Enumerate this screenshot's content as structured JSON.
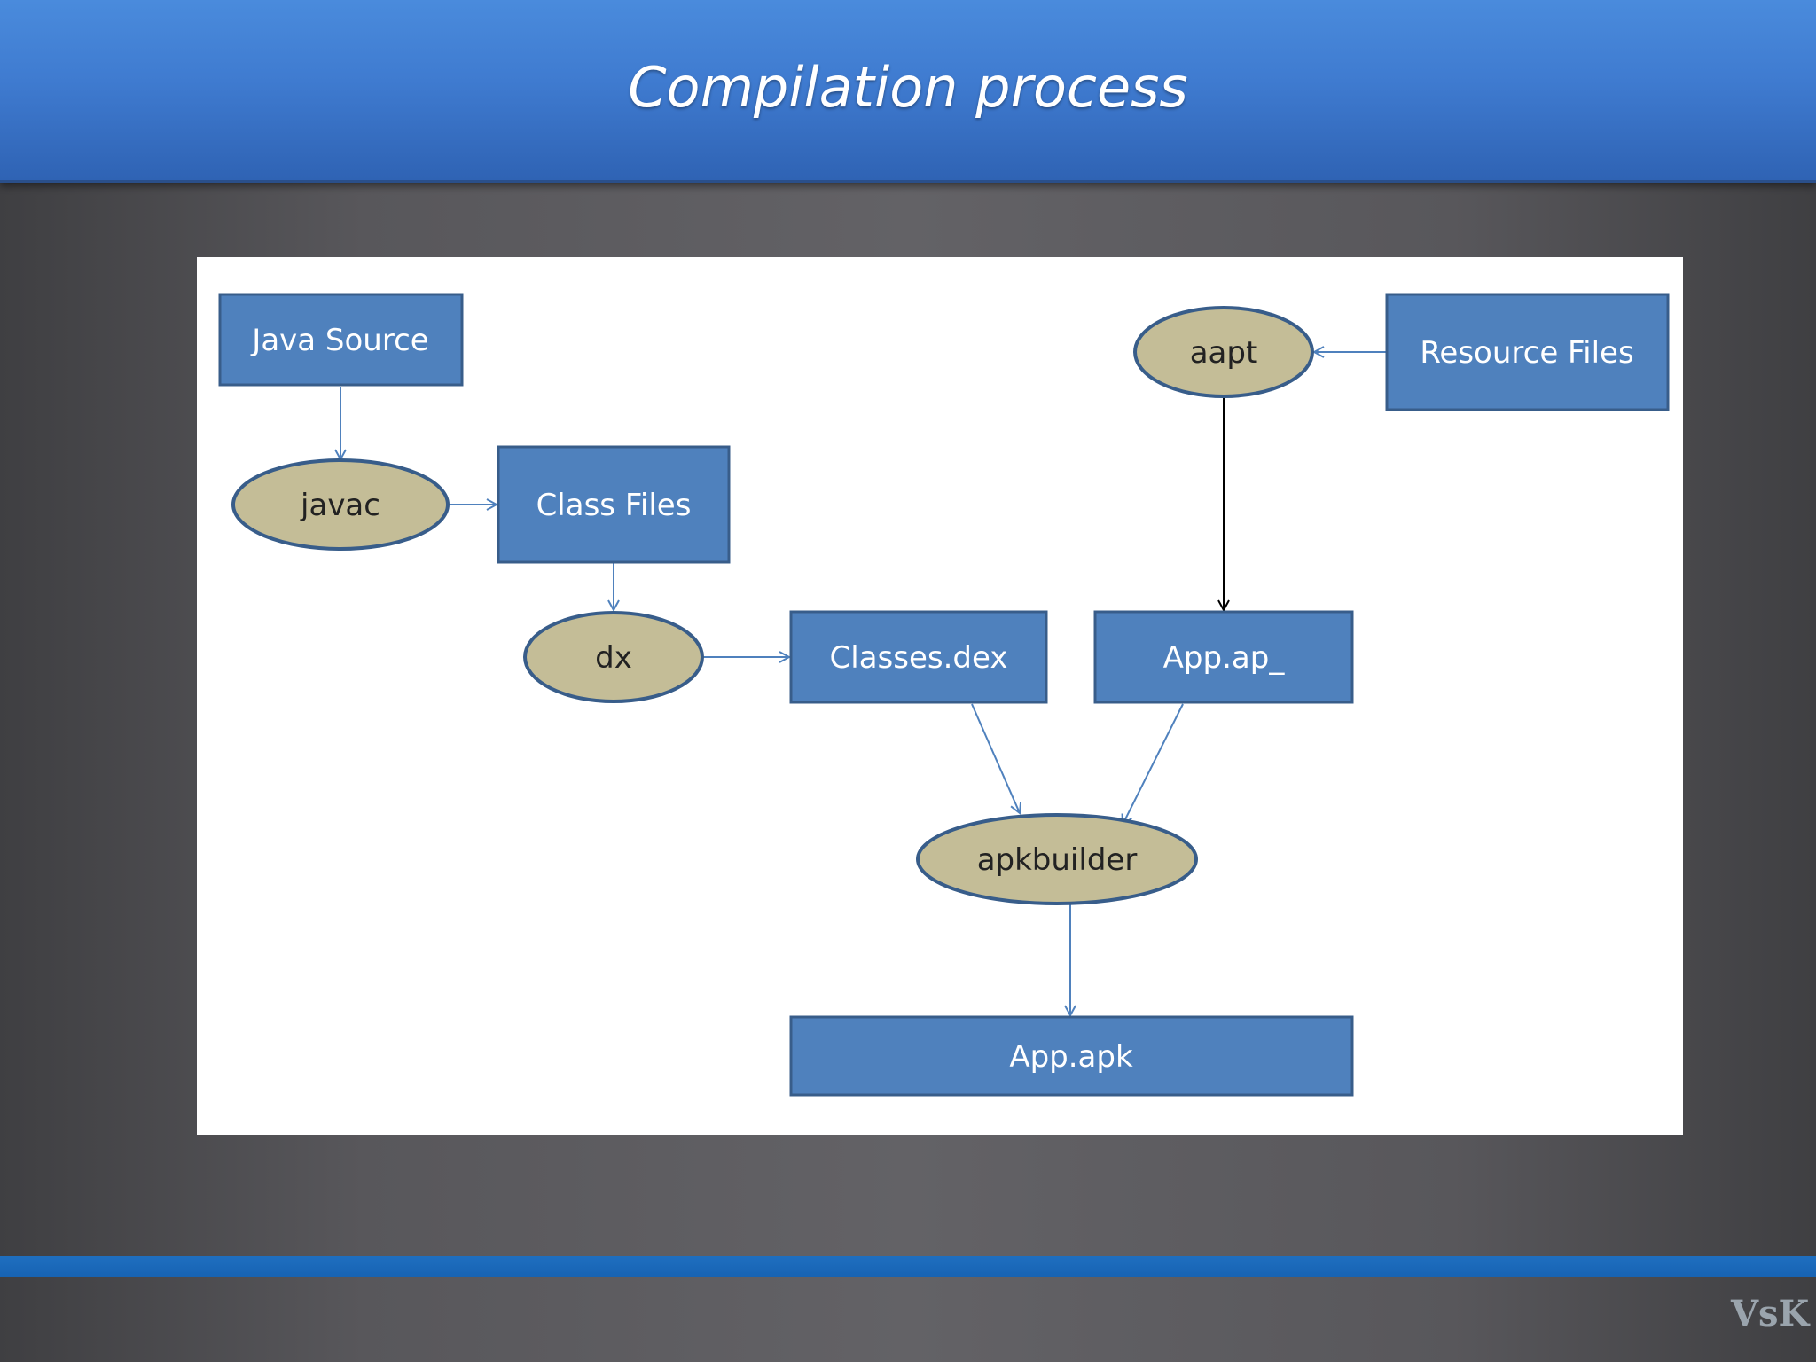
{
  "slide": {
    "title": "Compilation process",
    "logo": "VsK"
  },
  "diagram": {
    "nodes": {
      "java_source": "Java Source",
      "javac": "javac",
      "class_files": "Class Files",
      "dx": "dx",
      "classes_dex": "Classes.dex",
      "aapt": "aapt",
      "resource_files": "Resource Files",
      "app_ap": "App.ap_",
      "apkbuilder": "apkbuilder",
      "app_apk": "App.apk"
    },
    "colors": {
      "box_fill": "#4f81bd",
      "box_stroke": "#385d8a",
      "ellipse_fill": "#c4bd97",
      "ellipse_stroke": "#385d8a",
      "arrow_blue": "#4f81bd",
      "arrow_black": "#000000"
    }
  }
}
